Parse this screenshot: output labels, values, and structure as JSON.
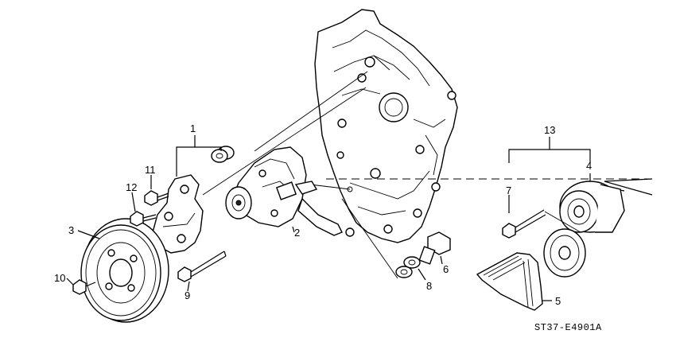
{
  "callouts": [
    {
      "id": "1",
      "label": "1"
    },
    {
      "id": "2",
      "label": "2"
    },
    {
      "id": "3",
      "label": "3"
    },
    {
      "id": "4",
      "label": "4"
    },
    {
      "id": "5",
      "label": "5"
    },
    {
      "id": "6",
      "label": "6"
    },
    {
      "id": "7",
      "label": "7"
    },
    {
      "id": "8",
      "label": "8"
    },
    {
      "id": "9",
      "label": "9"
    },
    {
      "id": "10",
      "label": "10"
    },
    {
      "id": "11",
      "label": "11"
    },
    {
      "id": "12",
      "label": "12"
    },
    {
      "id": "13",
      "label": "13"
    }
  ],
  "diagram_code": "ST37-E4901A"
}
